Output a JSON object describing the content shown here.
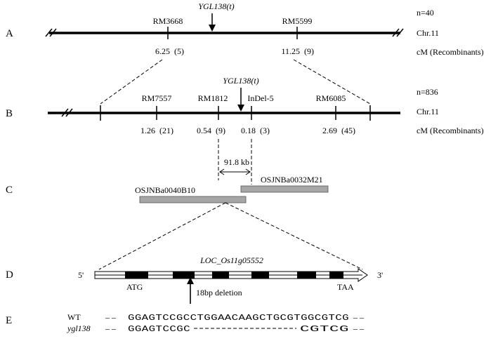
{
  "panels": {
    "a": "A",
    "b": "B",
    "c": "C",
    "d": "D",
    "e": "E"
  },
  "panel_a": {
    "n_label": "n=40",
    "chrom_label": "Chr.11",
    "unit_label": "cM (Recombinants)",
    "gene_label": "YGL138(t)",
    "markers": [
      "RM3668",
      "RM5599"
    ],
    "distances": [
      "6.25",
      "11.25"
    ],
    "recombinants": [
      "(5)",
      "(9)"
    ]
  },
  "panel_b": {
    "n_label": "n=836",
    "chrom_label": "Chr.11",
    "unit_label": "cM (Recombinants)",
    "gene_label": "YGL138(t)",
    "markers": [
      "RM7557",
      "RM1812",
      "InDel-5",
      "RM6085"
    ],
    "distances": [
      "1.26",
      "0.54",
      "0.18",
      "2.69"
    ],
    "recombinants": [
      "(21)",
      "(9)",
      "(3)",
      "(45)"
    ],
    "interval_label": "91.8  kb"
  },
  "panel_c": {
    "bac_left": "OSJNBa0040B10",
    "bac_right": "OSJNBa0032M21"
  },
  "panel_d": {
    "gene_name": "LOC_Os11g05552",
    "five_prime": "5'",
    "three_prime": "3'",
    "start_codon": "ATG",
    "stop_codon": "TAA",
    "deletion_label": "18bp deletion"
  },
  "panel_e": {
    "wt_label": "WT",
    "mut_label": "ygl138",
    "wt_seq": "GGAGTCCGCCTGGAACAAGCTGCGTGGCGTCG",
    "mut_left": "GGAGTCCGC",
    "mut_right": "CGTCG",
    "dashes": "– –"
  }
}
